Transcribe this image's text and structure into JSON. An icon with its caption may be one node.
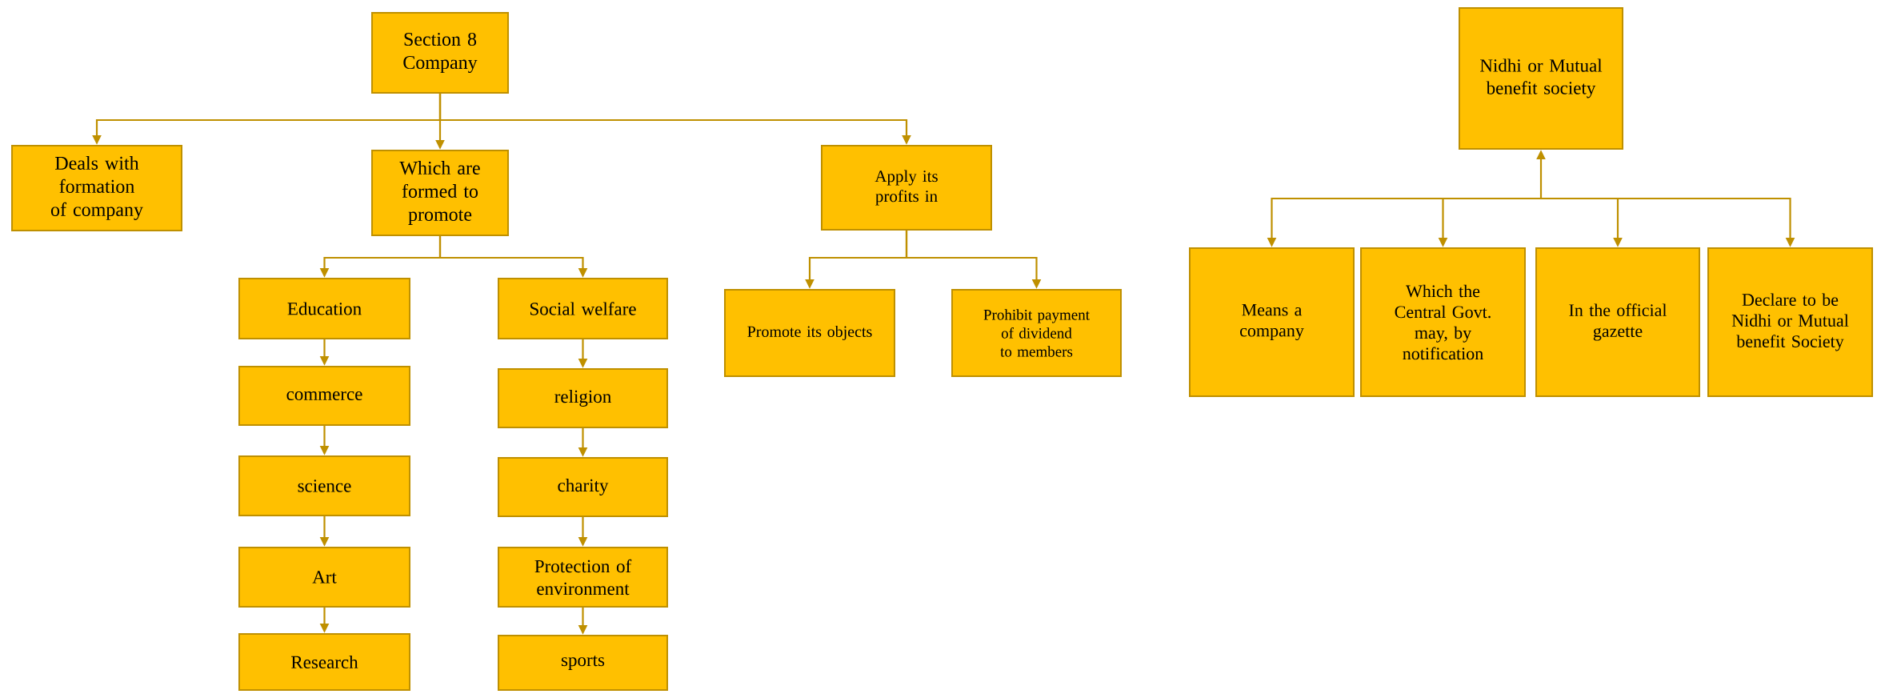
{
  "diagram": {
    "nodes": [
      {
        "text": [
          "Section 8 Company"
        ]
      },
      {
        "text": [
          "Deals with formation of company"
        ]
      },
      {
        "text": [
          "Which are formed to promote"
        ]
      },
      {
        "text": [
          "Apply its profits in"
        ]
      },
      {
        "text": [
          "Education"
        ]
      },
      {
        "text": [
          "commerce"
        ]
      },
      {
        "text": [
          "science"
        ]
      },
      {
        "text": [
          "Art"
        ]
      },
      {
        "text": [
          "Research"
        ]
      },
      {
        "text": [
          "Social welfare"
        ]
      },
      {
        "text": [
          "religion"
        ]
      },
      {
        "text": [
          "charity"
        ]
      },
      {
        "text": [
          "Protection of environment"
        ]
      },
      {
        "text": [
          "sports"
        ]
      },
      {
        "text": [
          "Promote its objects"
        ]
      },
      {
        "text": [
          "Prohibit payment of dividend to members"
        ]
      },
      {
        "text": [
          "Nidhi or Mutual benefit society"
        ]
      },
      {
        "text": [
          "Means a company"
        ]
      },
      {
        "text": [
          "Which the Central Govt. may, by notification"
        ]
      },
      {
        "text": [
          "In the official gazette"
        ]
      },
      {
        "text": [
          "Declare to be Nidhi or Mutual benefit Society"
        ]
      }
    ],
    "edges": [
      {
        "from": 0,
        "to": 1,
        "arrow": "to"
      },
      {
        "from": 0,
        "to": 2,
        "arrow": "to"
      },
      {
        "from": 0,
        "to": 3,
        "arrow": "to"
      },
      {
        "from": 2,
        "to": 4,
        "arrow": "to"
      },
      {
        "from": 2,
        "to": 9,
        "arrow": "to"
      },
      {
        "from": 4,
        "to": 5,
        "arrow": "to"
      },
      {
        "from": 5,
        "to": 6,
        "arrow": "to"
      },
      {
        "from": 6,
        "to": 7,
        "arrow": "to"
      },
      {
        "from": 7,
        "to": 8,
        "arrow": "to"
      },
      {
        "from": 9,
        "to": 10,
        "arrow": "to"
      },
      {
        "from": 10,
        "to": 11,
        "arrow": "to"
      },
      {
        "from": 11,
        "to": 12,
        "arrow": "to"
      },
      {
        "from": 12,
        "to": 13,
        "arrow": "to"
      },
      {
        "from": 3,
        "to": 14,
        "arrow": "to"
      },
      {
        "from": 3,
        "to": 15,
        "arrow": "to"
      },
      {
        "from": 16,
        "to": 17,
        "arrow": "both"
      },
      {
        "from": 16,
        "to": 18,
        "arrow": "both"
      },
      {
        "from": 16,
        "to": 19,
        "arrow": "both"
      },
      {
        "from": 16,
        "to": 20,
        "arrow": "both"
      }
    ]
  }
}
